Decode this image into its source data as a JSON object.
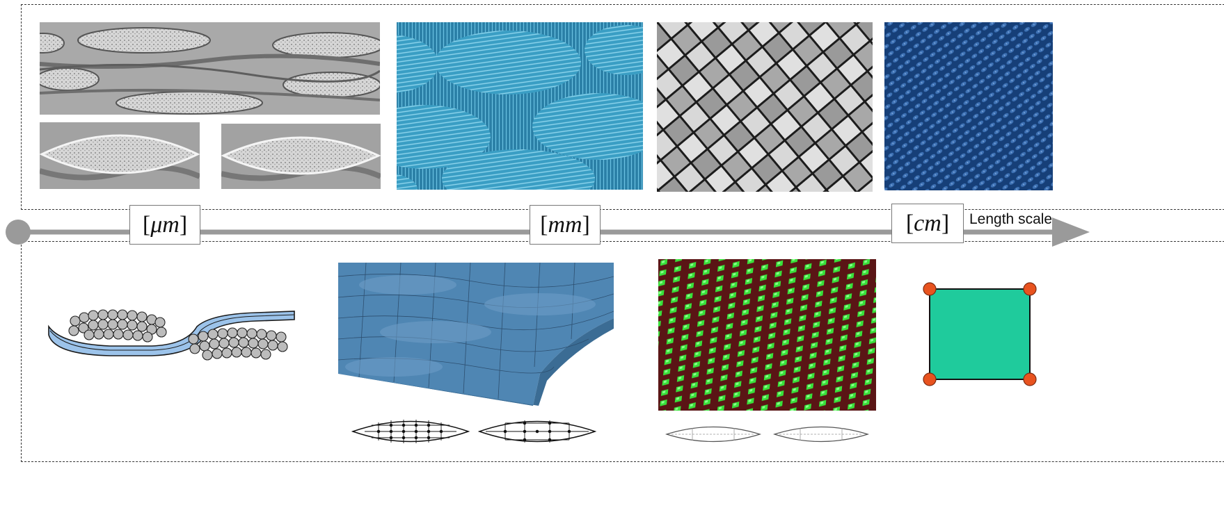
{
  "axis": {
    "label": "Length scale",
    "color": "#9a9a9a",
    "ticks": [
      {
        "open": "[",
        "unit": "μm",
        "close": "]"
      },
      {
        "open": "[",
        "unit": "mm",
        "close": "]"
      },
      {
        "open": "[",
        "unit": "cm",
        "close": "]"
      }
    ]
  },
  "top_row": {
    "images": [
      "fiber-cross-section-micrograph",
      "woven-yarn-sem-micrograph",
      "woven-fabric-photo-grayscale",
      "knitted-fabric-photo-blue"
    ]
  },
  "bottom_row": {
    "models": [
      "fiber-bundle-sketch",
      "yarn-fem-mesh",
      "fabric-simulation-render",
      "shell-element"
    ]
  },
  "colors": {
    "sem_blue": "#3fa3c8",
    "fabric_blue": "#1f4f8f",
    "mesh_blue": "#4f86b3",
    "sim_green": "#39e03a",
    "sim_red": "#6a1a1a",
    "element_fill": "#1fcb9c",
    "node_orange": "#e8531f"
  }
}
